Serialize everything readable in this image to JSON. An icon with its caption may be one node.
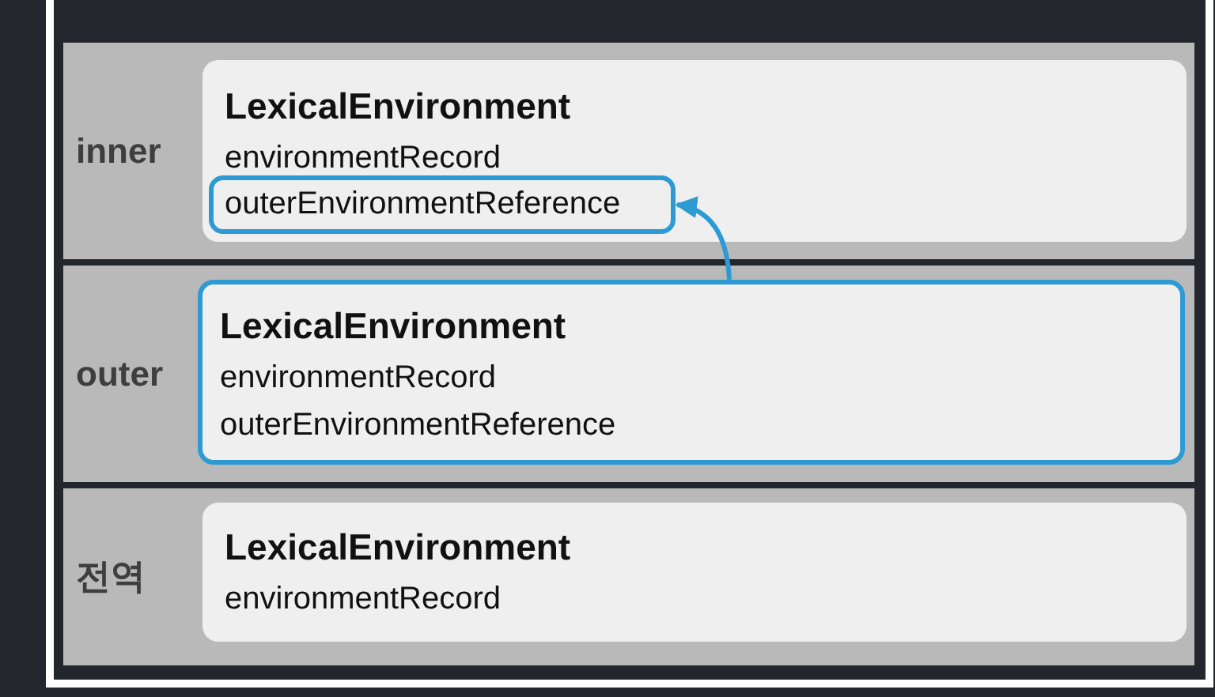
{
  "diagram": {
    "nodes": [
      {
        "text": [
          "inner"
        ]
      },
      {
        "text": [
          "LexicalEnvironment",
          "environmentRecord"
        ],
        "in": 0
      },
      {
        "text": [
          "outerEnvironmentReference"
        ],
        "in": 1
      },
      {
        "text": [
          "outer"
        ]
      },
      {
        "text": [
          "LexicalEnvironment",
          "environmentRecord",
          "outerEnvironmentReference"
        ],
        "in": 3
      },
      {
        "text": [
          "전역"
        ]
      },
      {
        "text": [
          "LexicalEnvironment",
          "environmentRecord"
        ],
        "in": 5
      }
    ],
    "edges": [
      {
        "from": 4,
        "to": 2,
        "arrow": "to"
      }
    ]
  }
}
